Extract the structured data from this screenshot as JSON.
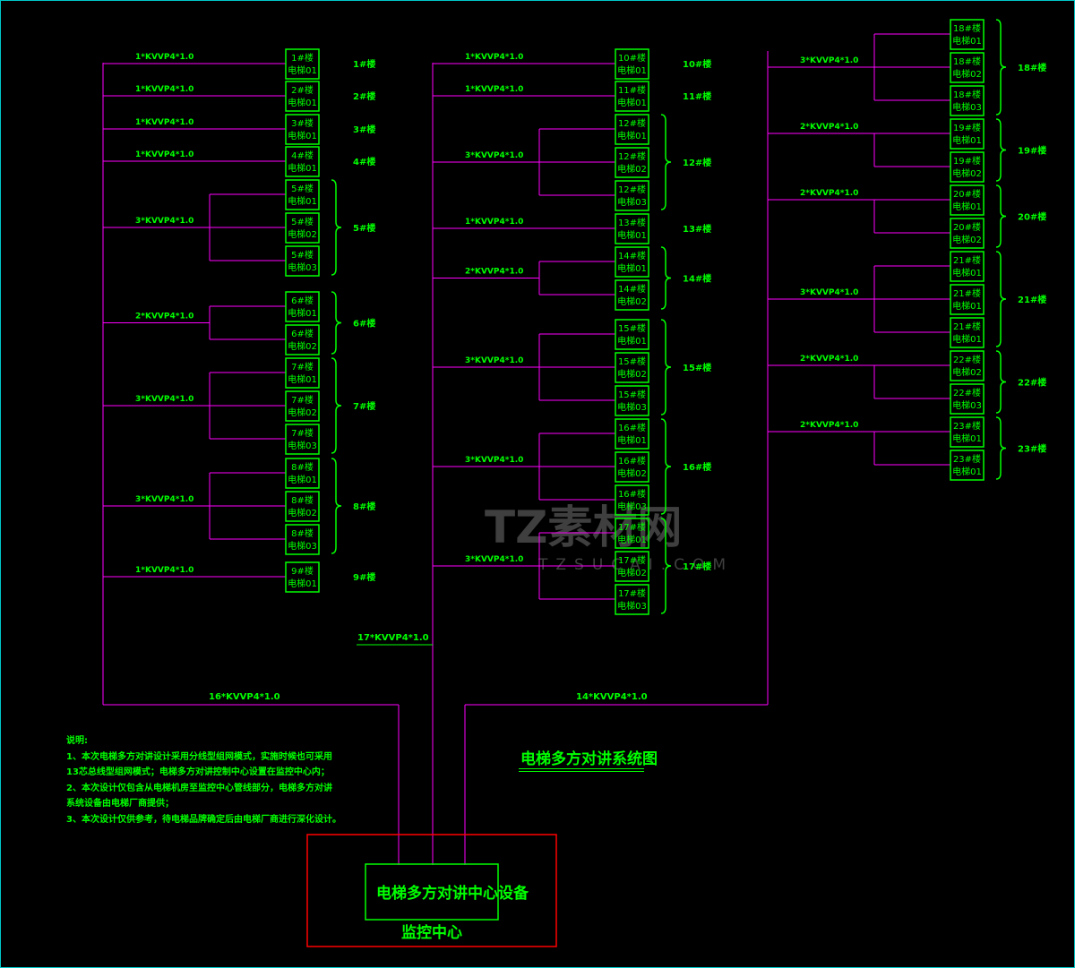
{
  "title": "电梯多方对讲系统图",
  "notes": {
    "heading": "说明:",
    "lines": [
      "1、本次电梯多方对讲设计采用分线型组网模式，实施时候也可采用",
      "13芯总线型组网模式；电梯多方对讲控制中心设置在监控中心内；",
      "2、本次设计仅包含从电梯机房至监控中心管线部分，电梯多方对讲",
      "系统设备由电梯厂商提供；",
      "3、本次设计仅供参考，待电梯品牌确定后由电梯厂商进行深化设计。"
    ]
  },
  "center": {
    "device_label": "电梯多方对讲中心设备",
    "room_label": "监控中心"
  },
  "trunk_cables": {
    "left": "16*KVVP4*1.0",
    "middle": "17*KVVP4*1.0",
    "right": "14*KVVP4*1.0"
  },
  "watermark": {
    "main": "TZ素材网",
    "sub": "TZSUCAI.COM"
  },
  "colors": {
    "background": "#000000",
    "line": "#ff00ff",
    "text": "#00ff00",
    "room": "#ff0000"
  },
  "columns": [
    {
      "groups": [
        {
          "building": "1#楼",
          "cable": "1*KVVP4*1.0",
          "units": [
            "电梯01"
          ]
        },
        {
          "building": "2#楼",
          "cable": "1*KVVP4*1.0",
          "units": [
            "电梯01"
          ]
        },
        {
          "building": "3#楼",
          "cable": "1*KVVP4*1.0",
          "units": [
            "电梯01"
          ]
        },
        {
          "building": "4#楼",
          "cable": "1*KVVP4*1.0",
          "units": [
            "电梯01"
          ]
        },
        {
          "building": "5#楼",
          "cable": "3*KVVP4*1.0",
          "units": [
            "电梯01",
            "电梯02",
            "电梯03"
          ]
        },
        {
          "building": "6#楼",
          "cable": "2*KVVP4*1.0",
          "units": [
            "电梯01",
            "电梯02"
          ]
        },
        {
          "building": "7#楼",
          "cable": "3*KVVP4*1.0",
          "units": [
            "电梯01",
            "电梯02",
            "电梯03"
          ]
        },
        {
          "building": "8#楼",
          "cable": "3*KVVP4*1.0",
          "units": [
            "电梯01",
            "电梯02",
            "电梯03"
          ]
        },
        {
          "building": "9#楼",
          "cable": "1*KVVP4*1.0",
          "units": [
            "电梯01"
          ]
        }
      ]
    },
    {
      "groups": [
        {
          "building": "10#楼",
          "cable": "1*KVVP4*1.0",
          "units": [
            "电梯01"
          ]
        },
        {
          "building": "11#楼",
          "cable": "1*KVVP4*1.0",
          "units": [
            "电梯01"
          ]
        },
        {
          "building": "12#楼",
          "cable": "3*KVVP4*1.0",
          "units": [
            "电梯01",
            "电梯02",
            "电梯03"
          ]
        },
        {
          "building": "13#楼",
          "cable": "1*KVVP4*1.0",
          "units": [
            "电梯01"
          ]
        },
        {
          "building": "14#楼",
          "cable": "2*KVVP4*1.0",
          "units": [
            "电梯01",
            "电梯02"
          ]
        },
        {
          "building": "15#楼",
          "cable": "3*KVVP4*1.0",
          "units": [
            "电梯01",
            "电梯02",
            "电梯03"
          ]
        },
        {
          "building": "16#楼",
          "cable": "3*KVVP4*1.0",
          "units": [
            "电梯01",
            "电梯02",
            "电梯03"
          ]
        },
        {
          "building": "17#楼",
          "cable": "3*KVVP4*1.0",
          "units": [
            "电梯01",
            "电梯02",
            "电梯03"
          ]
        }
      ]
    },
    {
      "groups": [
        {
          "building": "18#楼",
          "cable": "3*KVVP4*1.0",
          "units": [
            "电梯01",
            "电梯02",
            "电梯03"
          ]
        },
        {
          "building": "19#楼",
          "cable": "2*KVVP4*1.0",
          "units": [
            "电梯01",
            "电梯02"
          ]
        },
        {
          "building": "20#楼",
          "cable": "2*KVVP4*1.0",
          "units": [
            "电梯01",
            "电梯02"
          ]
        },
        {
          "building": "21#楼",
          "cable": "3*KVVP4*1.0",
          "units": [
            "电梯01",
            "电梯01",
            "电梯01"
          ]
        },
        {
          "building": "22#楼",
          "cable": "2*KVVP4*1.0",
          "units": [
            "电梯02",
            "电梯03"
          ]
        },
        {
          "building": "23#楼",
          "cable": "2*KVVP4*1.0",
          "units": [
            "电梯01",
            "电梯01"
          ]
        }
      ]
    }
  ]
}
